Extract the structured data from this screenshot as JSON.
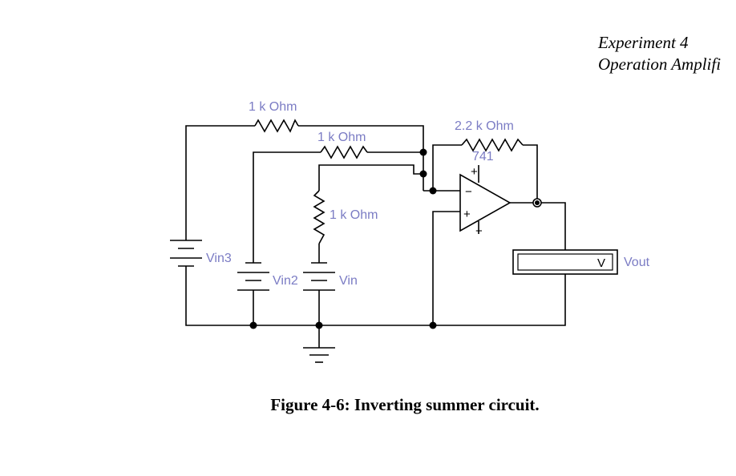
{
  "header": {
    "line1": "Experiment 4",
    "line2": "Operation Amplifi"
  },
  "circuit": {
    "resistor_r1": "1 k Ohm",
    "resistor_r2": "1 k Ohm",
    "resistor_r3": "1 k Ohm",
    "resistor_feedback": "2.2 k Ohm",
    "opamp_model": "741",
    "opamp_plus": "+",
    "opamp_minus": "−",
    "input_minus": "−",
    "input_plus": "+",
    "source_vin3": "Vin3",
    "source_vin2": "Vin2",
    "source_vin": "Vin",
    "meter_unit": "V",
    "meter_label": "Vout"
  },
  "caption": "Figure 4-6:  Inverting summer circuit."
}
